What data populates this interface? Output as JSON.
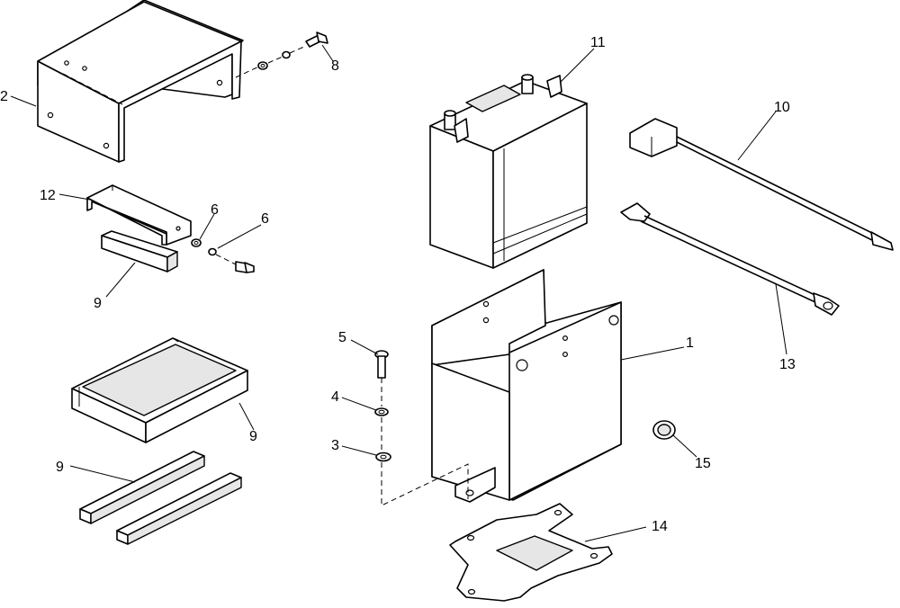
{
  "callouts": [
    {
      "id": "callout-2",
      "text": "2"
    },
    {
      "id": "callout-8",
      "text": "8"
    },
    {
      "id": "callout-12",
      "text": "12"
    },
    {
      "id": "callout-6a",
      "text": "6"
    },
    {
      "id": "callout-6b",
      "text": "6"
    },
    {
      "id": "callout-9a",
      "text": "9"
    },
    {
      "id": "callout-9b",
      "text": "9"
    },
    {
      "id": "callout-9c",
      "text": "9"
    },
    {
      "id": "callout-11",
      "text": "11"
    },
    {
      "id": "callout-10",
      "text": "10"
    },
    {
      "id": "callout-13",
      "text": "13"
    },
    {
      "id": "callout-1",
      "text": "1"
    },
    {
      "id": "callout-5",
      "text": "5"
    },
    {
      "id": "callout-4",
      "text": "4"
    },
    {
      "id": "callout-3",
      "text": "3"
    },
    {
      "id": "callout-15",
      "text": "15"
    },
    {
      "id": "callout-14",
      "text": "14"
    }
  ]
}
